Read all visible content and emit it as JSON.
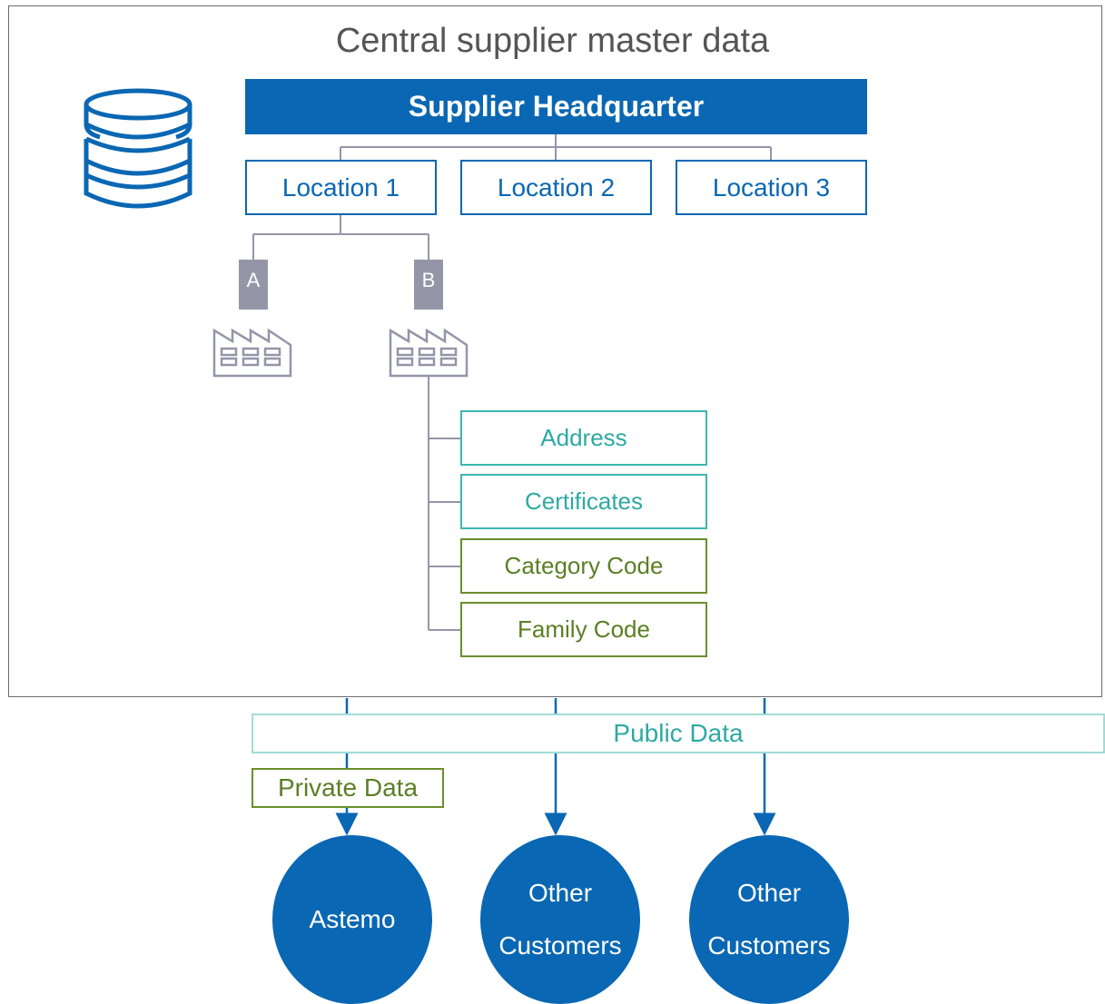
{
  "title": "Central supplier master data",
  "headquarter": "Supplier Headquarter",
  "locations": [
    "Location 1",
    "Location 2",
    "Location 3"
  ],
  "plants": [
    "A",
    "B"
  ],
  "attributes": {
    "public": [
      "Address",
      "Certificates"
    ],
    "private": [
      "Category Code",
      "Family Code"
    ]
  },
  "data_layers": {
    "public": "Public Data",
    "private": "Private Data"
  },
  "customers": [
    {
      "line1": "Astemo",
      "line2": ""
    },
    {
      "line1": "Other",
      "line2": "Customers"
    },
    {
      "line1": "Other",
      "line2": "Customers"
    }
  ],
  "colors": {
    "primary": "#0a67b3",
    "teal": "#2ea9a3",
    "green": "#5b7f24",
    "gray": "#9496a8"
  },
  "icons": [
    "database-icon",
    "factory-icon"
  ]
}
